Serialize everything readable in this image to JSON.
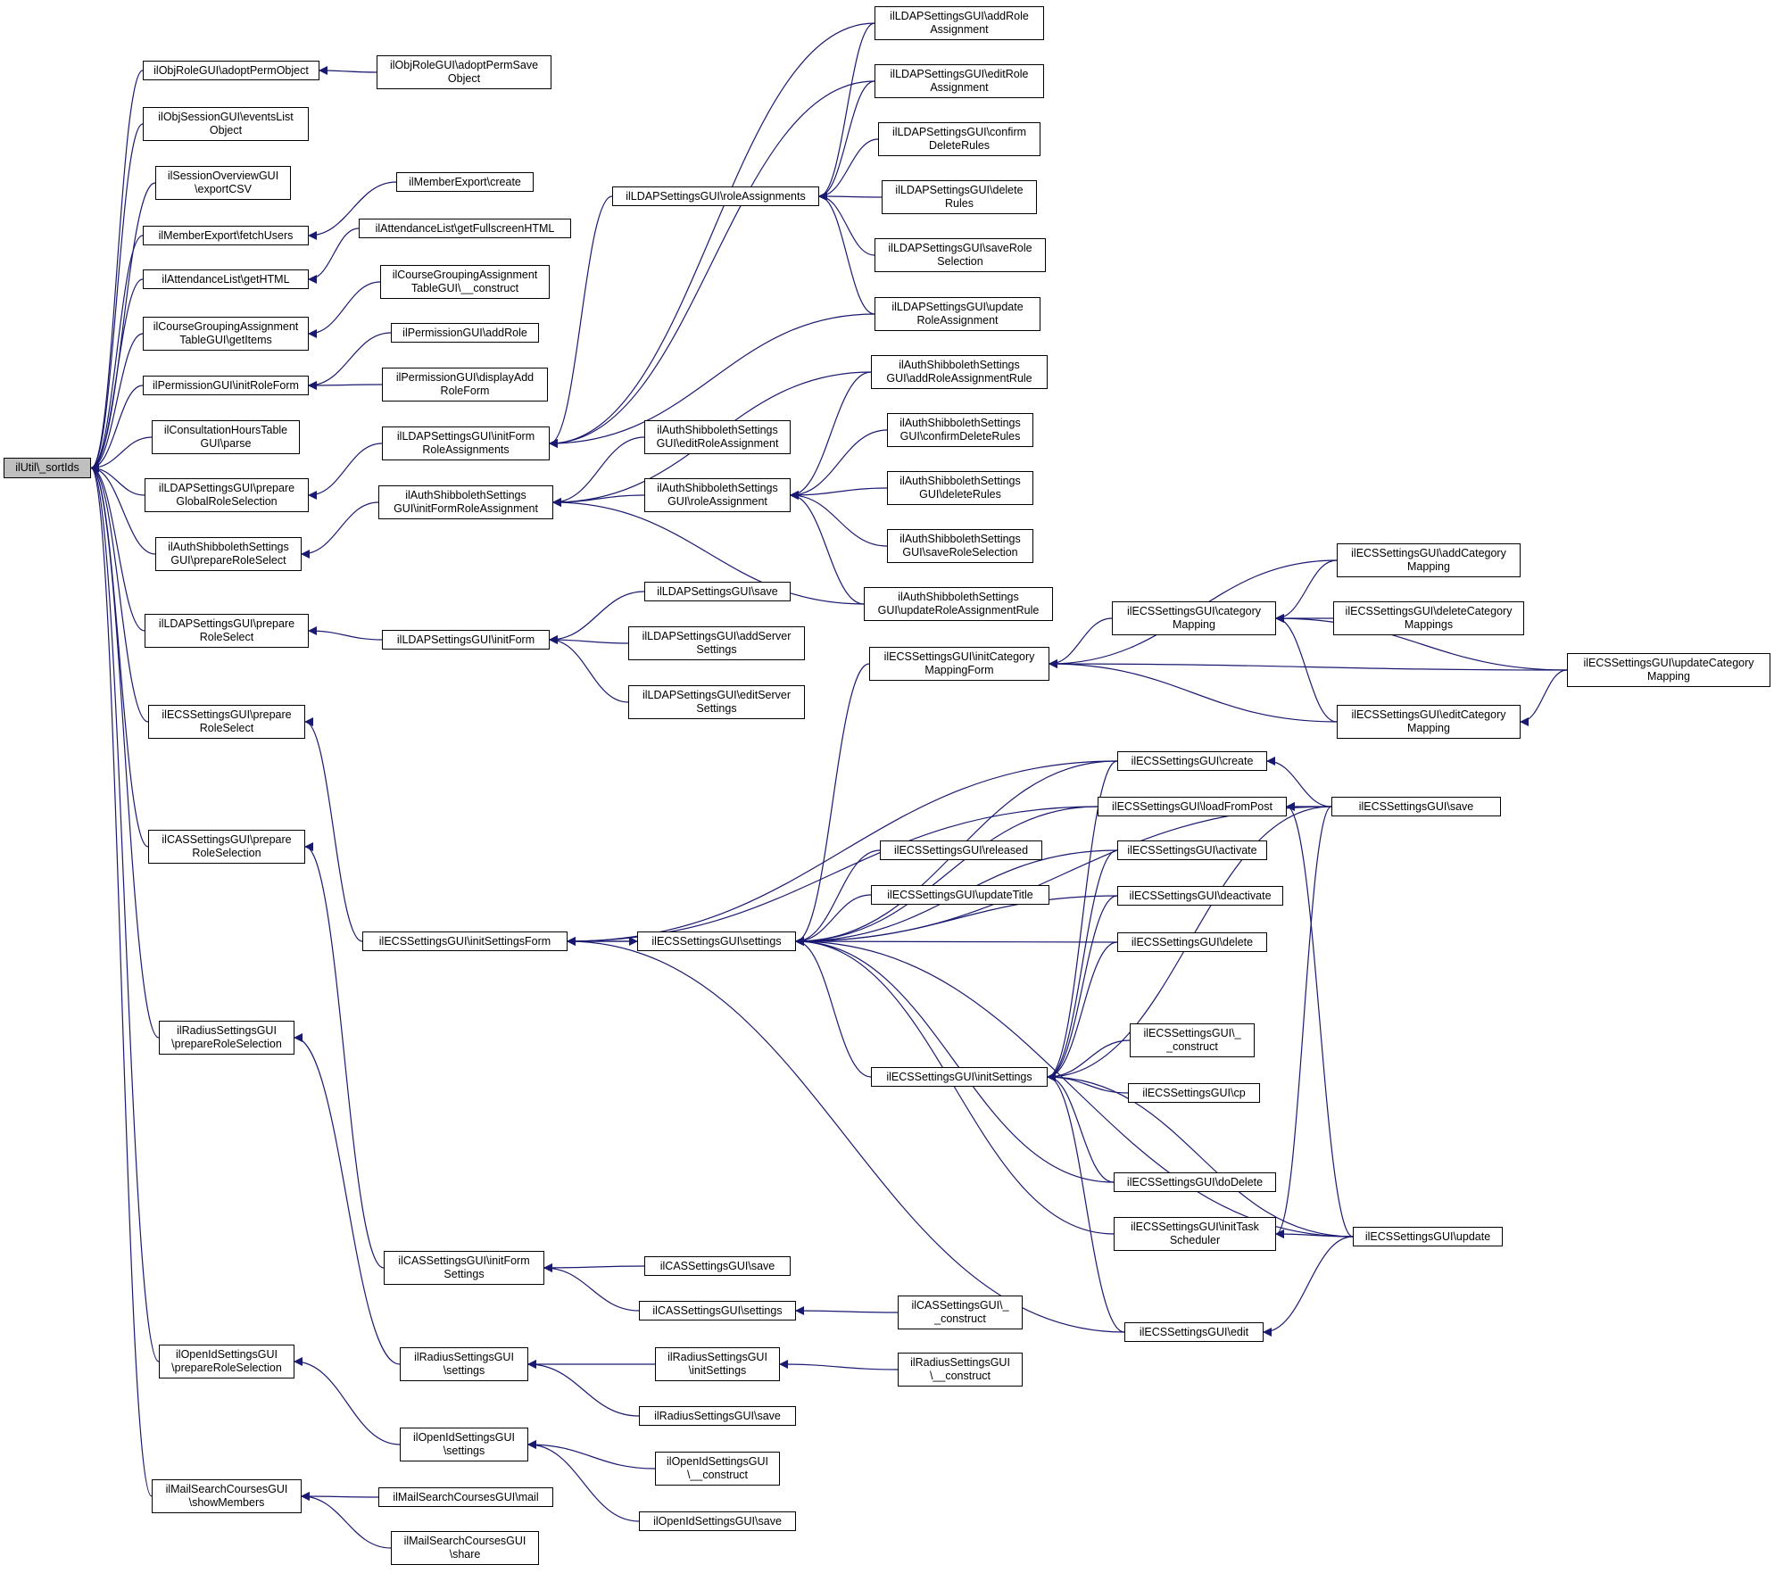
{
  "colors": {
    "edge": "#191970",
    "node_border": "#000000",
    "root_fill": "#bfbfbf",
    "node_fill": "#ffffff"
  },
  "nodes": [
    {
      "id": "root",
      "label": "ilUtil\\_sortIds",
      "root": true
    },
    {
      "id": "adoptPermObject",
      "label": "ilObjRoleGUI\\adoptPermObject"
    },
    {
      "id": "adoptPermSave",
      "label": "ilObjRoleGUI\\adoptPermSave\nObject"
    },
    {
      "id": "sessEvents",
      "label": "ilObjSessionGUI\\eventsList\nObject"
    },
    {
      "id": "sessOverview",
      "label": "ilSessionOverviewGUI\n\\exportCSV"
    },
    {
      "id": "memCreate",
      "label": "ilMemberExport\\create"
    },
    {
      "id": "memFetch",
      "label": "ilMemberExport\\fetchUsers"
    },
    {
      "id": "attFull",
      "label": "ilAttendanceList\\getFullscreenHTML"
    },
    {
      "id": "attHTML",
      "label": "ilAttendanceList\\getHTML"
    },
    {
      "id": "cgConstruct",
      "label": "ilCourseGroupingAssignment\nTableGUI\\__construct"
    },
    {
      "id": "cgItems",
      "label": "ilCourseGroupingAssignment\nTableGUI\\getItems"
    },
    {
      "id": "permAddRole",
      "label": "ilPermissionGUI\\addRole"
    },
    {
      "id": "permInit",
      "label": "ilPermissionGUI\\initRoleForm"
    },
    {
      "id": "permDisplay",
      "label": "ilPermissionGUI\\displayAdd\nRoleForm"
    },
    {
      "id": "consult",
      "label": "ilConsultationHoursTable\nGUI\\parse"
    },
    {
      "id": "ldapPrepGlobal",
      "label": "ilLDAPSettingsGUI\\prepare\nGlobalRoleSelection"
    },
    {
      "id": "ldapInitFormRA",
      "label": "ilLDAPSettingsGUI\\initForm\nRoleAssignments"
    },
    {
      "id": "ldapRA",
      "label": "ilLDAPSettingsGUI\\roleAssignments"
    },
    {
      "id": "ldapAddRA",
      "label": "ilLDAPSettingsGUI\\addRole\nAssignment"
    },
    {
      "id": "ldapEditRA",
      "label": "ilLDAPSettingsGUI\\editRole\nAssignment"
    },
    {
      "id": "ldapConfDel",
      "label": "ilLDAPSettingsGUI\\confirm\nDeleteRules"
    },
    {
      "id": "ldapDelRules",
      "label": "ilLDAPSettingsGUI\\delete\nRules"
    },
    {
      "id": "ldapSaveRole",
      "label": "ilLDAPSettingsGUI\\saveRole\nSelection"
    },
    {
      "id": "ldapUpdRA",
      "label": "ilLDAPSettingsGUI\\update\nRoleAssignment"
    },
    {
      "id": "shibPrep",
      "label": "ilAuthShibbolethSettings\nGUI\\prepareRoleSelect"
    },
    {
      "id": "shibInitForm",
      "label": "ilAuthShibbolethSettings\nGUI\\initFormRoleAssignment"
    },
    {
      "id": "shibEditRA",
      "label": "ilAuthShibbolethSettings\nGUI\\editRoleAssignment"
    },
    {
      "id": "shibRA",
      "label": "ilAuthShibbolethSettings\nGUI\\roleAssignment"
    },
    {
      "id": "shibAddRule",
      "label": "ilAuthShibbolethSettings\nGUI\\addRoleAssignmentRule"
    },
    {
      "id": "shibConfDel",
      "label": "ilAuthShibbolethSettings\nGUI\\confirmDeleteRules"
    },
    {
      "id": "shibDelRules",
      "label": "ilAuthShibbolethSettings\nGUI\\deleteRules"
    },
    {
      "id": "shibSaveRole",
      "label": "ilAuthShibbolethSettings\nGUI\\saveRoleSelection"
    },
    {
      "id": "shibUpdRule",
      "label": "ilAuthShibbolethSettings\nGUI\\updateRoleAssignmentRule"
    },
    {
      "id": "ldapPrepRole",
      "label": "ilLDAPSettingsGUI\\prepare\nRoleSelect"
    },
    {
      "id": "ldapInitForm",
      "label": "ilLDAPSettingsGUI\\initForm"
    },
    {
      "id": "ldapSave",
      "label": "ilLDAPSettingsGUI\\save"
    },
    {
      "id": "ldapAddServer",
      "label": "ilLDAPSettingsGUI\\addServer\nSettings"
    },
    {
      "id": "ldapEditServer",
      "label": "ilLDAPSettingsGUI\\editServer\nSettings"
    },
    {
      "id": "ecsPrepRole",
      "label": "ilECSSettingsGUI\\prepare\nRoleSelect"
    },
    {
      "id": "ecsInitSettingsForm",
      "label": "ilECSSettingsGUI\\initSettingsForm"
    },
    {
      "id": "ecsSettings",
      "label": "ilECSSettingsGUI\\settings"
    },
    {
      "id": "ecsInitCatForm",
      "label": "ilECSSettingsGUI\\initCategory\nMappingForm"
    },
    {
      "id": "ecsCatMap",
      "label": "ilECSSettingsGUI\\category\nMapping"
    },
    {
      "id": "ecsAddCat",
      "label": "ilECSSettingsGUI\\addCategory\nMapping"
    },
    {
      "id": "ecsDelCat",
      "label": "ilECSSettingsGUI\\deleteCategory\nMappings"
    },
    {
      "id": "ecsUpdCat",
      "label": "ilECSSettingsGUI\\updateCategory\nMapping"
    },
    {
      "id": "ecsEditCat",
      "label": "ilECSSettingsGUI\\editCategory\nMapping"
    },
    {
      "id": "ecsCreate",
      "label": "ilECSSettingsGUI\\create"
    },
    {
      "id": "ecsLoadPost",
      "label": "ilECSSettingsGUI\\loadFromPost"
    },
    {
      "id": "ecsSave",
      "label": "ilECSSettingsGUI\\save"
    },
    {
      "id": "ecsReleased",
      "label": "ilECSSettingsGUI\\released"
    },
    {
      "id": "ecsUpdTitle",
      "label": "ilECSSettingsGUI\\updateTitle"
    },
    {
      "id": "ecsActivate",
      "label": "ilECSSettingsGUI\\activate"
    },
    {
      "id": "ecsDeactivate",
      "label": "ilECSSettingsGUI\\deactivate"
    },
    {
      "id": "ecsDelete",
      "label": "ilECSSettingsGUI\\delete"
    },
    {
      "id": "ecsConstruct",
      "label": "ilECSSettingsGUI\\_\n_construct"
    },
    {
      "id": "ecsInitSettings",
      "label": "ilECSSettingsGUI\\initSettings"
    },
    {
      "id": "ecsCp",
      "label": "ilECSSettingsGUI\\cp"
    },
    {
      "id": "ecsDoDelete",
      "label": "ilECSSettingsGUI\\doDelete"
    },
    {
      "id": "ecsInitTask",
      "label": "ilECSSettingsGUI\\initTask\nScheduler"
    },
    {
      "id": "ecsUpdate",
      "label": "ilECSSettingsGUI\\update"
    },
    {
      "id": "ecsEdit",
      "label": "ilECSSettingsGUI\\edit"
    },
    {
      "id": "casPrep",
      "label": "ilCASSettingsGUI\\prepare\nRoleSelection"
    },
    {
      "id": "casInitForm",
      "label": "ilCASSettingsGUI\\initForm\nSettings"
    },
    {
      "id": "casSave",
      "label": "ilCASSettingsGUI\\save"
    },
    {
      "id": "casSettings",
      "label": "ilCASSettingsGUI\\settings"
    },
    {
      "id": "casConstruct",
      "label": "ilCASSettingsGUI\\_\n_construct"
    },
    {
      "id": "radPrep",
      "label": "ilRadiusSettingsGUI\n\\prepareRoleSelection"
    },
    {
      "id": "radSettings",
      "label": "ilRadiusSettingsGUI\n\\settings"
    },
    {
      "id": "radInit",
      "label": "ilRadiusSettingsGUI\n\\initSettings"
    },
    {
      "id": "radConstruct",
      "label": "ilRadiusSettingsGUI\n\\__construct"
    },
    {
      "id": "radSave",
      "label": "ilRadiusSettingsGUI\\save"
    },
    {
      "id": "oidPrep",
      "label": "ilOpenIdSettingsGUI\n\\prepareRoleSelection"
    },
    {
      "id": "oidSettings",
      "label": "ilOpenIdSettingsGUI\n\\settings"
    },
    {
      "id": "oidConstruct",
      "label": "ilOpenIdSettingsGUI\n\\__construct"
    },
    {
      "id": "oidSave",
      "label": "ilOpenIdSettingsGUI\\save"
    },
    {
      "id": "mailShow",
      "label": "ilMailSearchCoursesGUI\n\\showMembers"
    },
    {
      "id": "mailMail",
      "label": "ilMailSearchCoursesGUI\\mail"
    },
    {
      "id": "mailShare",
      "label": "ilMailSearchCoursesGUI\n\\share"
    }
  ],
  "edges": [
    [
      "adoptPermObject",
      "root"
    ],
    [
      "sessEvents",
      "root"
    ],
    [
      "sessOverview",
      "root"
    ],
    [
      "memFetch",
      "root"
    ],
    [
      "attHTML",
      "root"
    ],
    [
      "cgItems",
      "root"
    ],
    [
      "permInit",
      "root"
    ],
    [
      "consult",
      "root"
    ],
    [
      "ldapPrepGlobal",
      "root"
    ],
    [
      "shibPrep",
      "root"
    ],
    [
      "ldapPrepRole",
      "root"
    ],
    [
      "ecsPrepRole",
      "root"
    ],
    [
      "casPrep",
      "root"
    ],
    [
      "radPrep",
      "root"
    ],
    [
      "oidPrep",
      "root"
    ],
    [
      "mailShow",
      "root"
    ],
    [
      "adoptPermSave",
      "adoptPermObject"
    ],
    [
      "memCreate",
      "memFetch"
    ],
    [
      "attFull",
      "attHTML"
    ],
    [
      "cgConstruct",
      "cgItems"
    ],
    [
      "permAddRole",
      "permInit"
    ],
    [
      "permDisplay",
      "permInit"
    ],
    [
      "ldapInitFormRA",
      "ldapPrepGlobal"
    ],
    [
      "ldapRA",
      "ldapInitFormRA"
    ],
    [
      "ldapAddRA",
      "ldapInitFormRA"
    ],
    [
      "ldapEditRA",
      "ldapInitFormRA"
    ],
    [
      "ldapUpdRA",
      "ldapInitFormRA"
    ],
    [
      "ldapAddRA",
      "ldapRA"
    ],
    [
      "ldapEditRA",
      "ldapRA"
    ],
    [
      "ldapConfDel",
      "ldapRA"
    ],
    [
      "ldapDelRules",
      "ldapRA"
    ],
    [
      "ldapSaveRole",
      "ldapRA"
    ],
    [
      "ldapUpdRA",
      "ldapRA"
    ],
    [
      "shibInitForm",
      "shibPrep"
    ],
    [
      "shibEditRA",
      "shibInitForm"
    ],
    [
      "shibRA",
      "shibInitForm"
    ],
    [
      "shibAddRule",
      "shibInitForm"
    ],
    [
      "shibUpdRule",
      "shibInitForm"
    ],
    [
      "shibAddRule",
      "shibRA"
    ],
    [
      "shibConfDel",
      "shibRA"
    ],
    [
      "shibDelRules",
      "shibRA"
    ],
    [
      "shibSaveRole",
      "shibRA"
    ],
    [
      "shibUpdRule",
      "shibRA"
    ],
    [
      "ldapInitForm",
      "ldapPrepRole"
    ],
    [
      "ldapSave",
      "ldapInitForm"
    ],
    [
      "ldapAddServer",
      "ldapInitForm"
    ],
    [
      "ldapEditServer",
      "ldapInitForm"
    ],
    [
      "ecsInitSettingsForm",
      "ecsPrepRole"
    ],
    [
      "ecsSettings",
      "ecsInitSettingsForm"
    ],
    [
      "ecsCreate",
      "ecsInitSettingsForm"
    ],
    [
      "ecsLoadPost",
      "ecsInitSettingsForm"
    ],
    [
      "ecsEdit",
      "ecsInitSettingsForm"
    ],
    [
      "ecsInitSettingsForm",
      "ecsSettings"
    ],
    [
      "ecsInitCatForm",
      "ecsSettings"
    ],
    [
      "ecsCreate",
      "ecsSettings"
    ],
    [
      "ecsLoadPost",
      "ecsSettings"
    ],
    [
      "ecsReleased",
      "ecsSettings"
    ],
    [
      "ecsUpdTitle",
      "ecsSettings"
    ],
    [
      "ecsActivate",
      "ecsSettings"
    ],
    [
      "ecsDeactivate",
      "ecsSettings"
    ],
    [
      "ecsDelete",
      "ecsSettings"
    ],
    [
      "ecsInitSettings",
      "ecsSettings"
    ],
    [
      "ecsDoDelete",
      "ecsSettings"
    ],
    [
      "ecsInitTask",
      "ecsSettings"
    ],
    [
      "ecsUpdate",
      "ecsSettings"
    ],
    [
      "ecsSave",
      "ecsSettings"
    ],
    [
      "ecsCatMap",
      "ecsInitCatForm"
    ],
    [
      "ecsEditCat",
      "ecsInitCatForm"
    ],
    [
      "ecsUpdCat",
      "ecsInitCatForm"
    ],
    [
      "ecsAddCat",
      "ecsInitCatForm"
    ],
    [
      "ecsAddCat",
      "ecsCatMap"
    ],
    [
      "ecsDelCat",
      "ecsCatMap"
    ],
    [
      "ecsUpdCat",
      "ecsCatMap"
    ],
    [
      "ecsEditCat",
      "ecsCatMap"
    ],
    [
      "ecsUpdCat",
      "ecsEditCat"
    ],
    [
      "ecsSave",
      "ecsCreate"
    ],
    [
      "ecsSave",
      "ecsLoadPost"
    ],
    [
      "ecsUpdate",
      "ecsLoadPost"
    ],
    [
      "ecsCreate",
      "ecsInitSettings"
    ],
    [
      "ecsActivate",
      "ecsInitSettings"
    ],
    [
      "ecsDeactivate",
      "ecsInitSettings"
    ],
    [
      "ecsDelete",
      "ecsInitSettings"
    ],
    [
      "ecsConstruct",
      "ecsInitSettings"
    ],
    [
      "ecsCp",
      "ecsInitSettings"
    ],
    [
      "ecsDoDelete",
      "ecsInitSettings"
    ],
    [
      "ecsUpdate",
      "ecsInitSettings"
    ],
    [
      "ecsEdit",
      "ecsInitSettings"
    ],
    [
      "ecsSave",
      "ecsInitSettings"
    ],
    [
      "ecsUpdate",
      "ecsInitTask"
    ],
    [
      "ecsSave",
      "ecsInitTask"
    ],
    [
      "ecsUpdate",
      "ecsEdit"
    ],
    [
      "casInitForm",
      "casPrep"
    ],
    [
      "casSave",
      "casInitForm"
    ],
    [
      "casSettings",
      "casInitForm"
    ],
    [
      "casConstruct",
      "casSettings"
    ],
    [
      "radSettings",
      "radPrep"
    ],
    [
      "radInit",
      "radSettings"
    ],
    [
      "radSave",
      "radSettings"
    ],
    [
      "radConstruct",
      "radInit"
    ],
    [
      "oidSettings",
      "oidPrep"
    ],
    [
      "oidConstruct",
      "oidSettings"
    ],
    [
      "oidSave",
      "oidSettings"
    ],
    [
      "mailMail",
      "mailShow"
    ],
    [
      "mailShare",
      "mailShow"
    ]
  ]
}
